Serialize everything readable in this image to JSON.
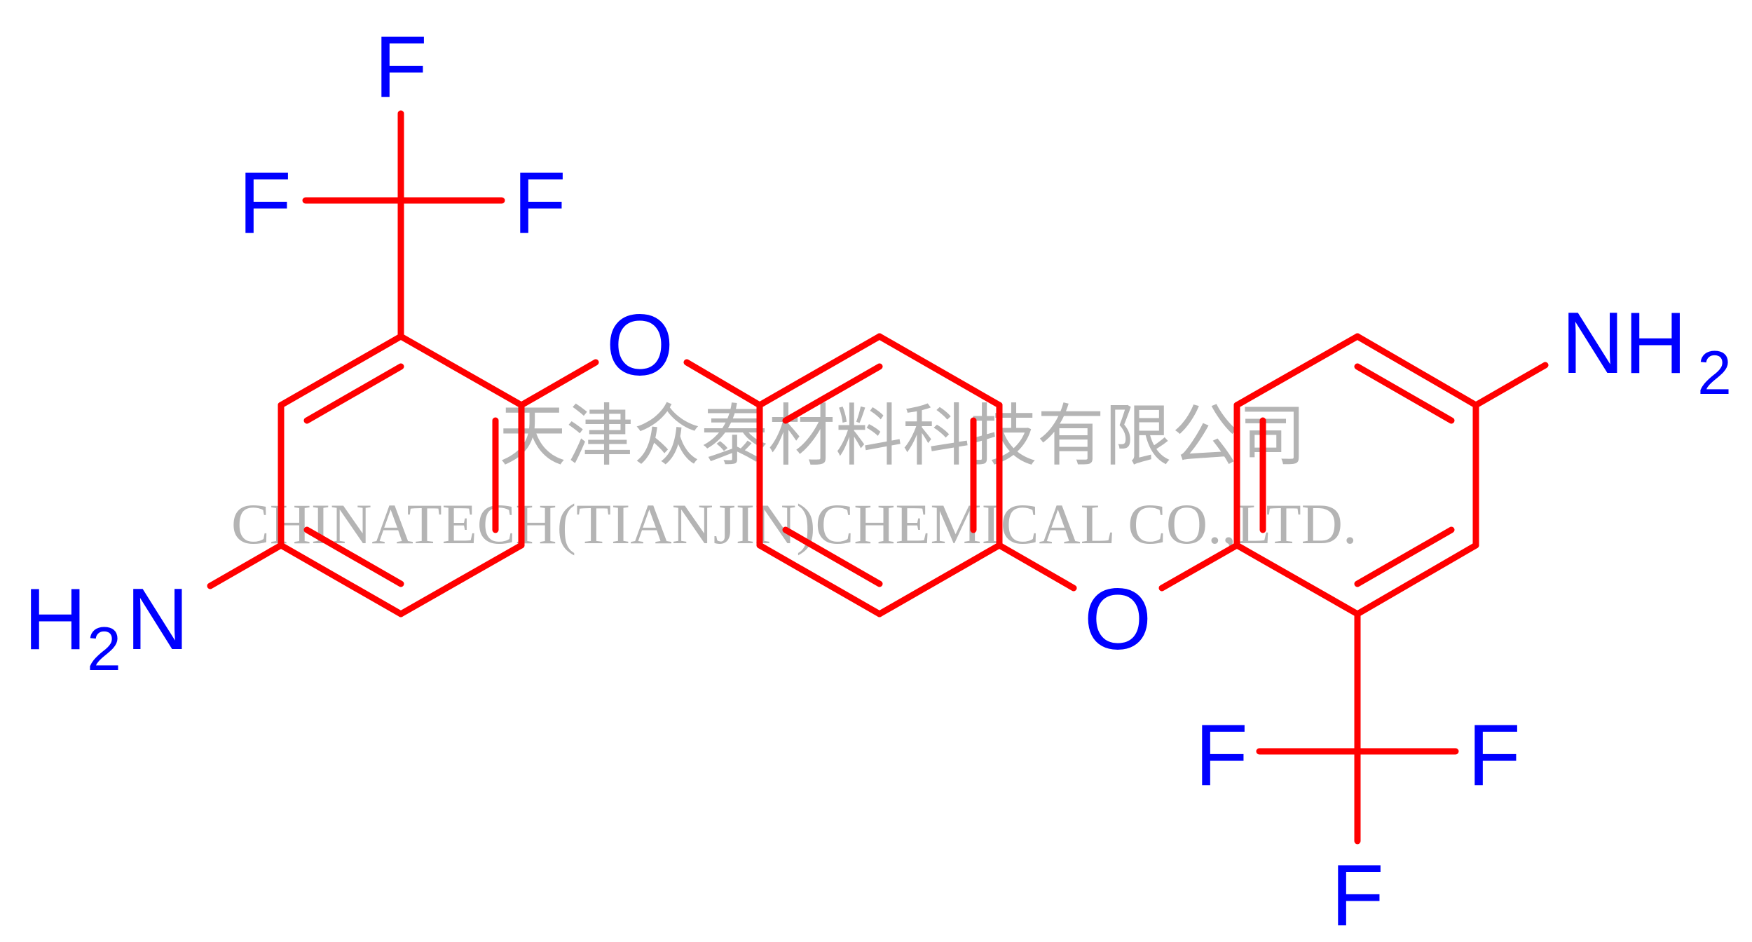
{
  "colors": {
    "bond": "#ff0000",
    "atom": "#0000ff",
    "watermark": "#b4b4b4",
    "background": "#ffffff"
  },
  "atoms": {
    "f_top_left_top": "F",
    "f_top_left_left": "F",
    "f_top_left_right": "F",
    "o_left": "O",
    "o_right": "O",
    "nh2_right_main": "NH",
    "nh2_right_sub": "2",
    "h2n_left_h": "H",
    "h2n_left_sub": "2",
    "h2n_left_n": "N",
    "f_bottom_right_left": "F",
    "f_bottom_right_right": "F",
    "f_bottom_right_bottom": "F"
  },
  "watermark": {
    "line1": "天津众泰材料科技有限公司",
    "line2": "CHINATECH(TIANJIN)CHEMICAL CO.,LTD."
  }
}
